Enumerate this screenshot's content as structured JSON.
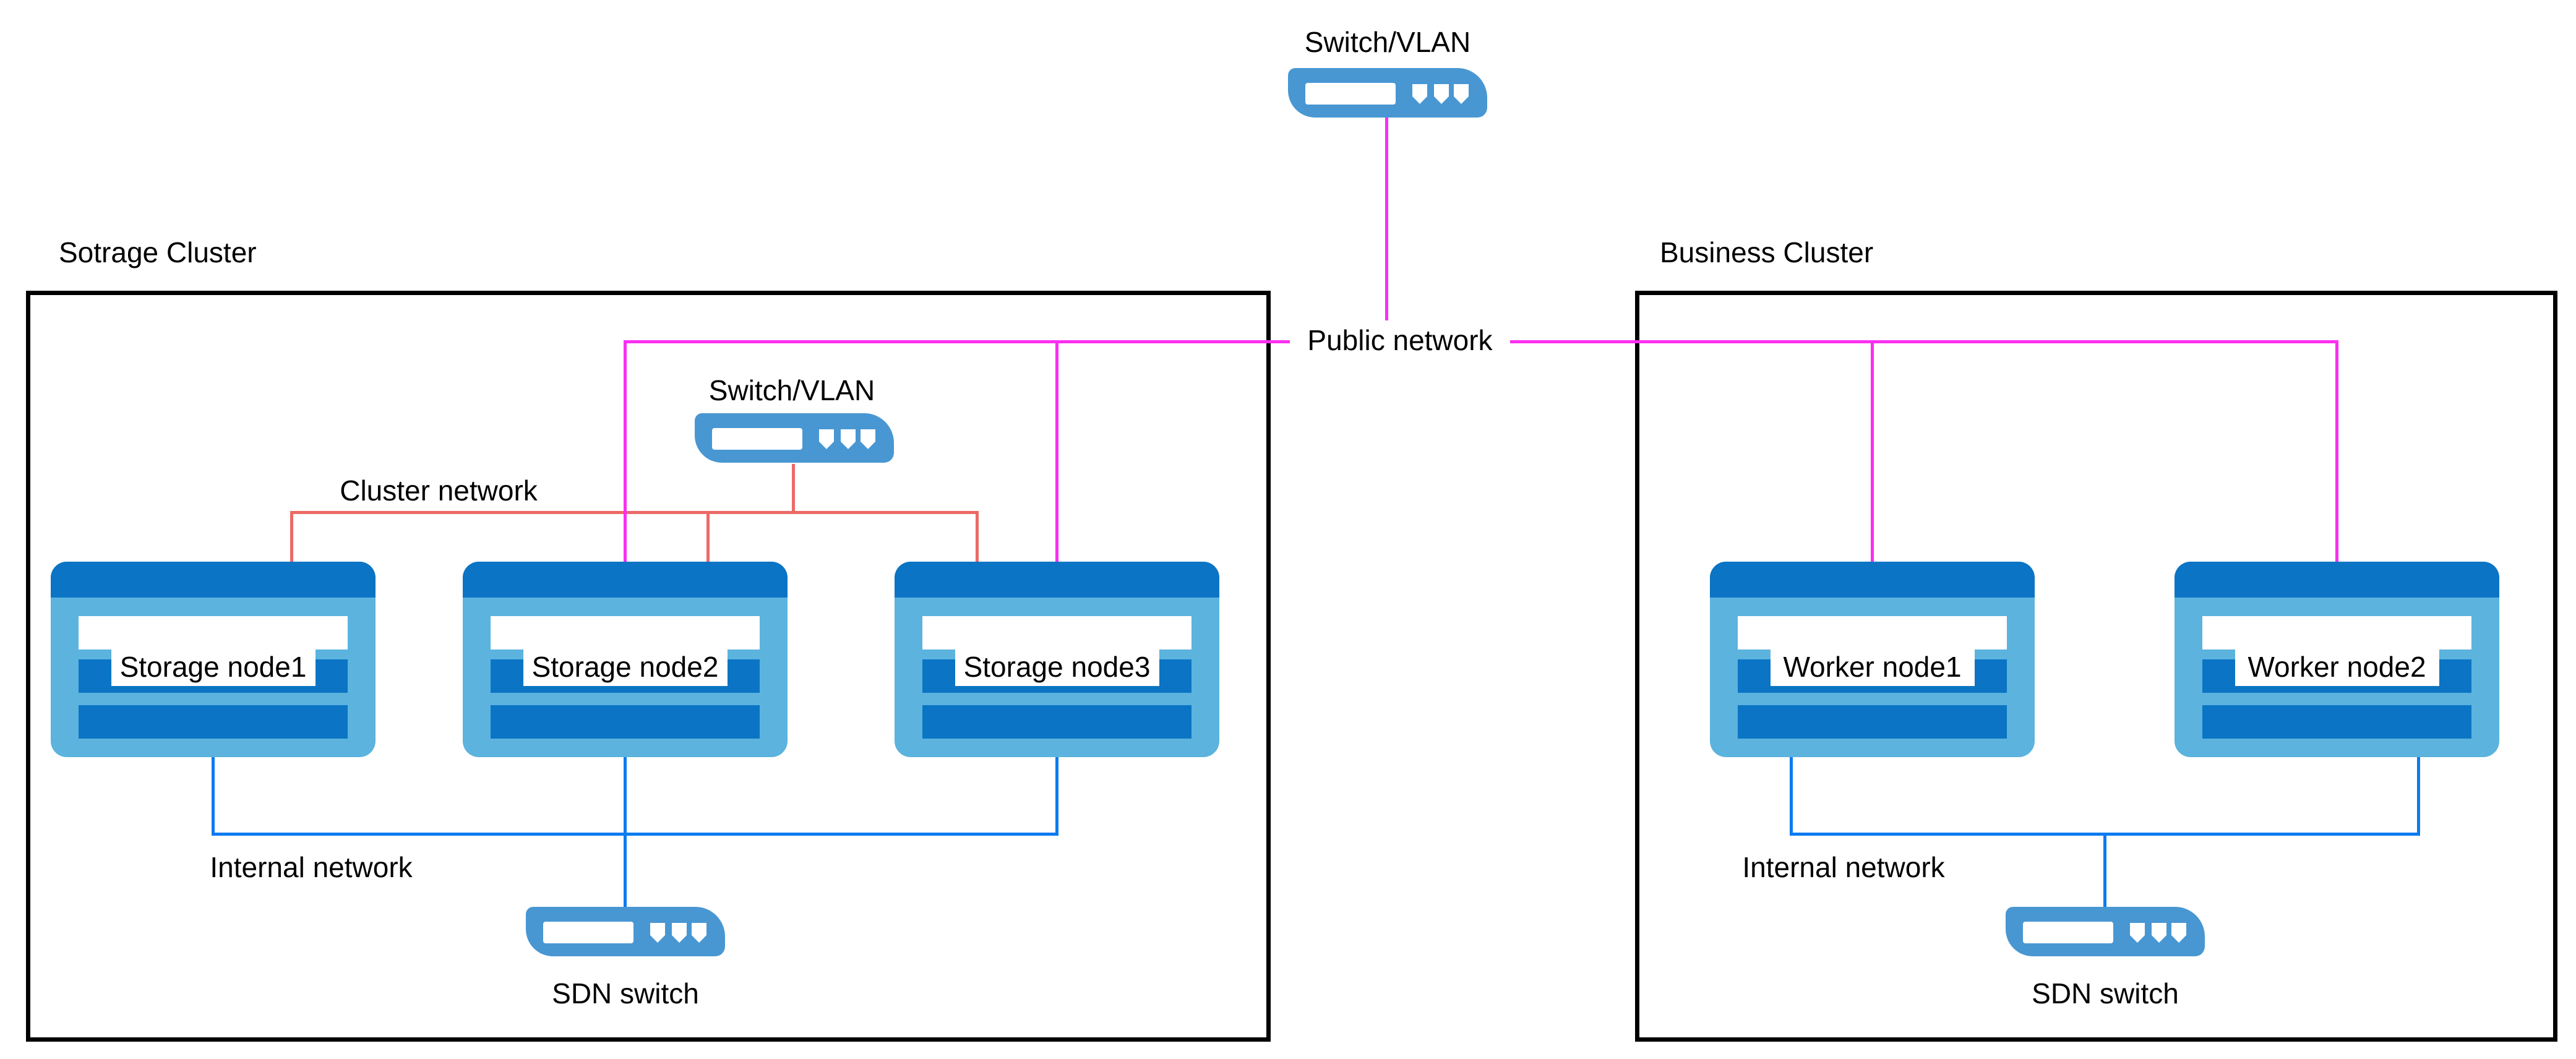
{
  "top_switch": {
    "label": "Switch/VLAN"
  },
  "public_network": {
    "label": "Public network"
  },
  "clusters": {
    "storage": {
      "title": "Sotrage Cluster",
      "switch_label": "Switch/VLAN",
      "cluster_network_label": "Cluster network",
      "internal_network_label": "Internal network",
      "sdn_switch_label": "SDN switch",
      "nodes": [
        {
          "label": "Storage node1"
        },
        {
          "label": "Storage node2"
        },
        {
          "label": "Storage node3"
        }
      ]
    },
    "business": {
      "title": "Business Cluster",
      "internal_network_label": "Internal network",
      "sdn_switch_label": "SDN switch",
      "nodes": [
        {
          "label": "Worker node1"
        },
        {
          "label": "Worker node2"
        }
      ]
    }
  },
  "icons": {
    "switch": "switch-icon",
    "server_node": "server-icon"
  },
  "colors": {
    "public_network_line": "#fb2ff1",
    "cluster_network_line": "#eb6a66",
    "internal_network_line": "#0c7bf0",
    "switch_fill": "#4897d3",
    "node_body_fill": "#5bb3de",
    "node_accent_fill": "#0b74c4",
    "border": "#000000"
  }
}
